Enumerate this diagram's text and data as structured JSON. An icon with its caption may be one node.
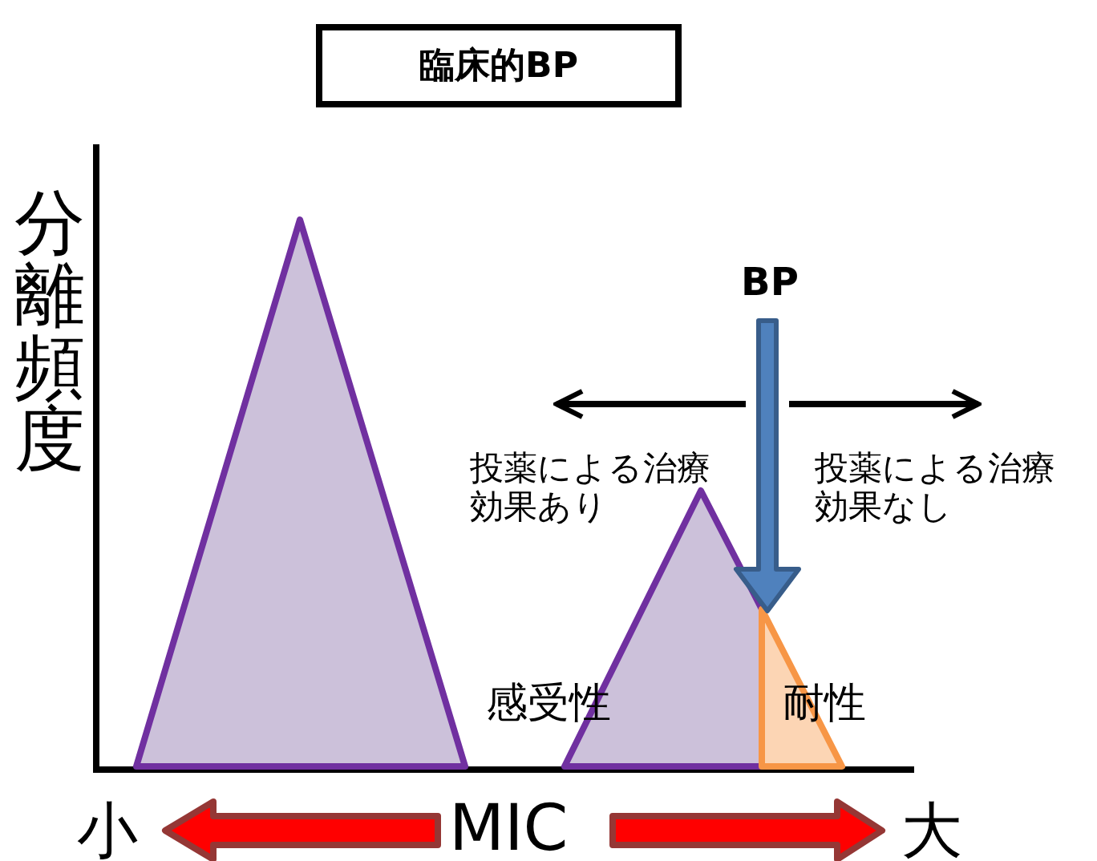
{
  "diagram": {
    "nodes": [
      {
        "text": [
          "臨床的BP"
        ]
      }
    ],
    "labels": [
      "分離頻度",
      "BP",
      "投薬による治療効果あり",
      "投薬による治療効果なし",
      "感受性",
      "耐性",
      "小",
      "MIC",
      "大"
    ]
  }
}
